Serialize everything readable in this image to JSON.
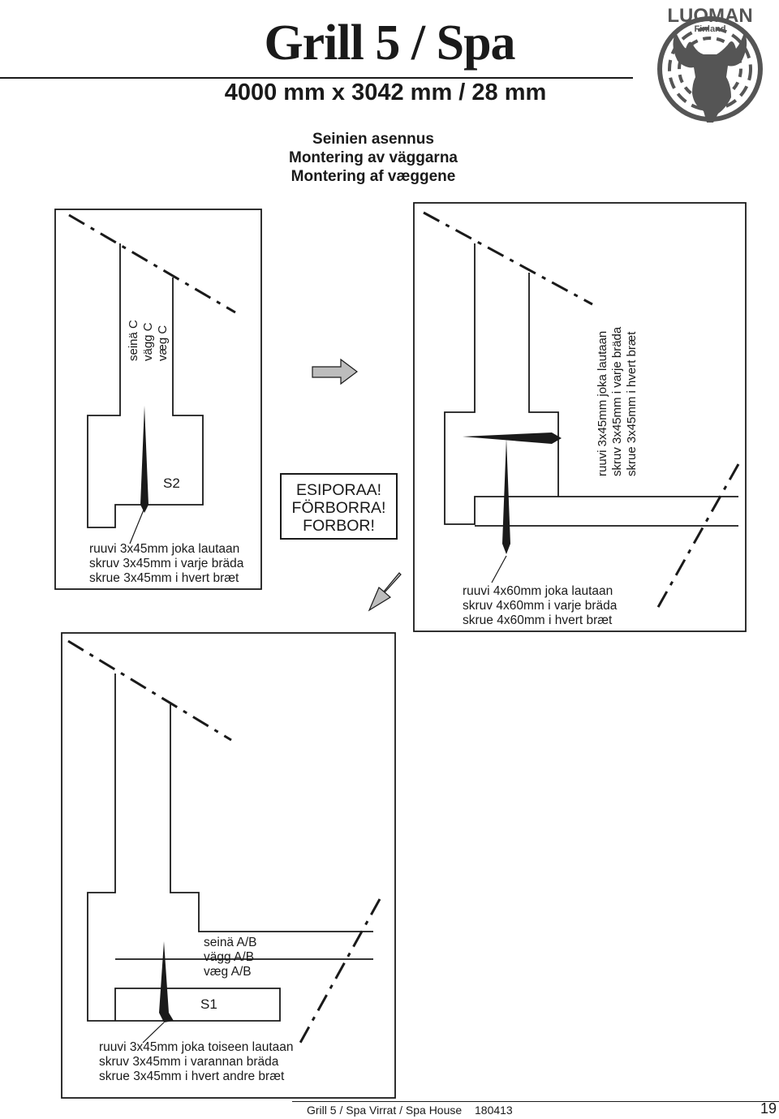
{
  "header": {
    "title": "Grill 5 / Spa",
    "subtitle": "4000 mm x 3042 mm / 28 mm",
    "section": [
      "Seinien asennus",
      "Montering av väggarna",
      "Montering af væggene"
    ]
  },
  "logo": {
    "brand": "LUOMAN",
    "country": "Finland"
  },
  "diagram_top_left": {
    "wall_label": [
      "seinä C",
      "vägg C",
      "væg C"
    ],
    "part_label": "S2",
    "screw_note": [
      "ruuvi 3x45mm joka lautaan",
      "skruv 3x45mm i varje bräda",
      "skrue 3x45mm i hvert bræt"
    ]
  },
  "warning": [
    "ESIPORAA!",
    "FÖRBORRA!",
    "FORBOR!"
  ],
  "diagram_top_right": {
    "screw_note_vertical": [
      "ruuvi 3x45mm joka lautaan",
      "skruv 3x45mm i varje bräda",
      "skrue 3x45mm i hvert bræt"
    ],
    "screw_note": [
      "ruuvi 4x60mm joka lautaan",
      "skruv 4x60mm i varje bräda",
      "skrue 4x60mm i hvert bræt"
    ]
  },
  "diagram_bottom": {
    "wall_label": [
      "seinä A/B",
      "vägg A/B",
      "væg A/B"
    ],
    "part_label": "S1",
    "screw_note": [
      "ruuvi 3x45mm joka toiseen lautaan",
      "skruv 3x45mm i varannan bräda",
      "skrue 3x45mm i hvert andre bræt"
    ]
  },
  "footer": {
    "text": "Grill 5 / Spa Virrat / Spa House",
    "code": "180413",
    "page": "19"
  },
  "colors": {
    "ink": "#1a1a1a",
    "arrow_fill": "#bdbdbd",
    "logo_fill": "#555555"
  }
}
